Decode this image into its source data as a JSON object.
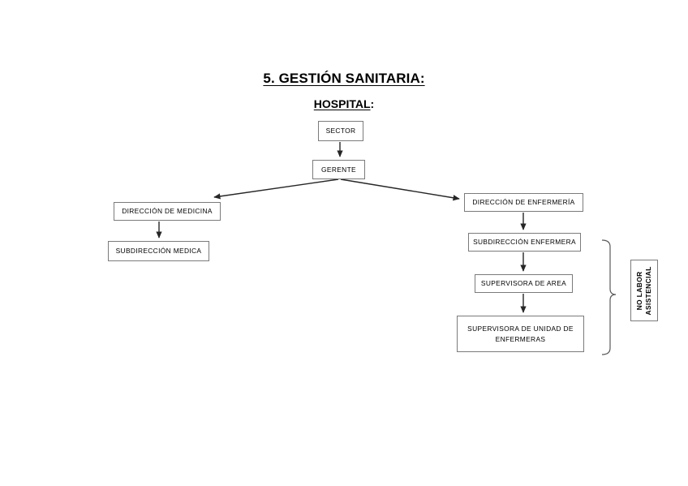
{
  "document": {
    "title_text": "5. GESTIÓN SANITARIA:",
    "title_underlined_part": "5. GESTIÓN SANITARIA:",
    "subtitle_underlined_part": "HOSPITAL",
    "subtitle_suffix": ":"
  },
  "chart_data": {
    "type": "diagram",
    "diagram_kind": "organizational-hierarchy-flowchart",
    "title": "5. GESTIÓN SANITARIA:",
    "subtitle": "HOSPITAL:",
    "nodes": [
      {
        "id": "sector",
        "label": "SECTOR"
      },
      {
        "id": "gerente",
        "label": "GERENTE"
      },
      {
        "id": "dir_medicina",
        "label": "DIRECCIÓN DE MEDICINA"
      },
      {
        "id": "subdir_medica",
        "label": "SUBDIRECCIÓN MEDICA"
      },
      {
        "id": "dir_enfermeria",
        "label": "DIRECCIÓN DE ENFERMERÍA"
      },
      {
        "id": "subdir_enfermera",
        "label": "SUBDIRECCIÓN ENFERMERA"
      },
      {
        "id": "supervisora_area",
        "label": "SUPERVISORA DE AREA"
      },
      {
        "id": "supervisora_unidad_line1",
        "label": "SUPERVISORA DE UNIDAD DE"
      },
      {
        "id": "supervisora_unidad_line2",
        "label": "ENFERMERAS"
      }
    ],
    "edges": [
      {
        "from": "sector",
        "to": "gerente",
        "style": "arrow-down"
      },
      {
        "from": "gerente",
        "to": "dir_medicina",
        "style": "arrow-diagonal-left"
      },
      {
        "from": "gerente",
        "to": "dir_enfermeria",
        "style": "arrow-diagonal-right"
      },
      {
        "from": "dir_medicina",
        "to": "subdir_medica",
        "style": "arrow-down"
      },
      {
        "from": "dir_enfermeria",
        "to": "subdir_enfermera",
        "style": "arrow-down"
      },
      {
        "from": "subdir_enfermera",
        "to": "supervisora_area",
        "style": "arrow-down"
      },
      {
        "from": "supervisora_area",
        "to": "supervisora_unidad",
        "style": "arrow-down"
      }
    ],
    "annotations": [
      {
        "id": "no_labor_asistencial",
        "line1": "NO LABOR",
        "line2": "ASISTENCIAL",
        "orientation": "vertical-rotated",
        "brace": "curly-brace-grouping",
        "groups": [
          "subdir_enfermera",
          "supervisora_area",
          "supervisora_unidad"
        ]
      }
    ],
    "colors": {
      "background": "#ffffff",
      "box_border": "#7b7b7b",
      "connector": "#262626",
      "text": "#000000"
    }
  }
}
